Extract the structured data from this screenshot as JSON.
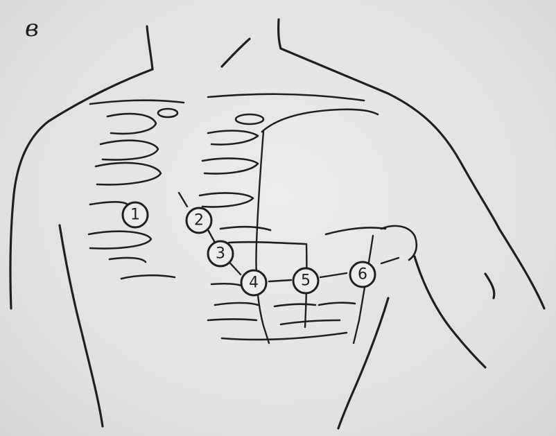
{
  "figure": {
    "panel_label": "в",
    "electrodes": [
      {
        "label": "1"
      },
      {
        "label": "2"
      },
      {
        "label": "3"
      },
      {
        "label": "4"
      },
      {
        "label": "5"
      },
      {
        "label": "6"
      }
    ]
  }
}
